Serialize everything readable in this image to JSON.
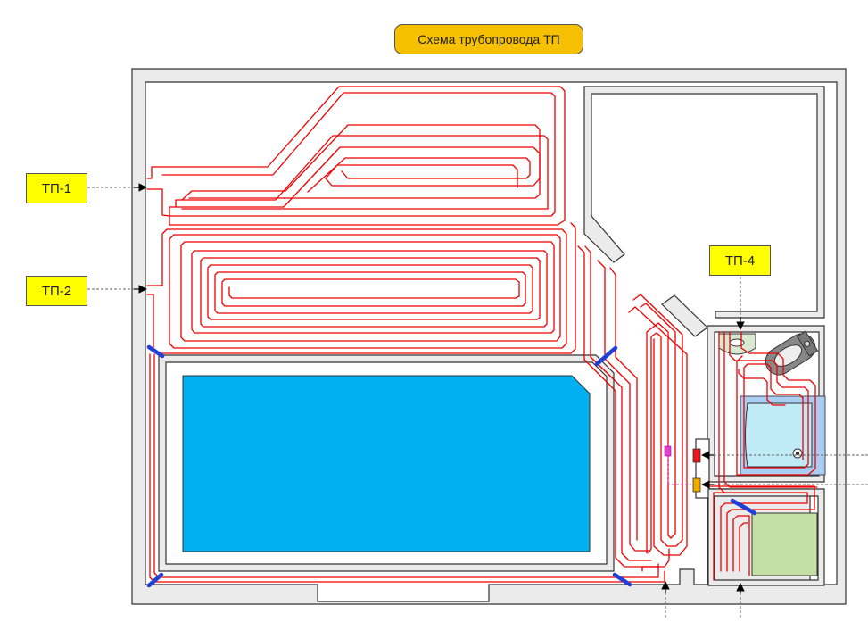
{
  "title": "Схема трубопровода ТП",
  "labels": {
    "tp1": "ТП-1",
    "tp2": "ТП-2",
    "tp4": "ТП-4"
  },
  "colors": {
    "wall": "#ebebeb",
    "wall_outline": "#333333",
    "pipe": "#ff0000",
    "pool": "#00b0f0",
    "bath": "#bfeaf6",
    "green_area": "#c5e0a5",
    "separator": "#1f3fd6",
    "title_fill": "#f6c000",
    "label_fill": "#ffff00",
    "collector_red": "#e8191c",
    "collector_orange": "#f2a800",
    "fitting": "#e040c8"
  }
}
